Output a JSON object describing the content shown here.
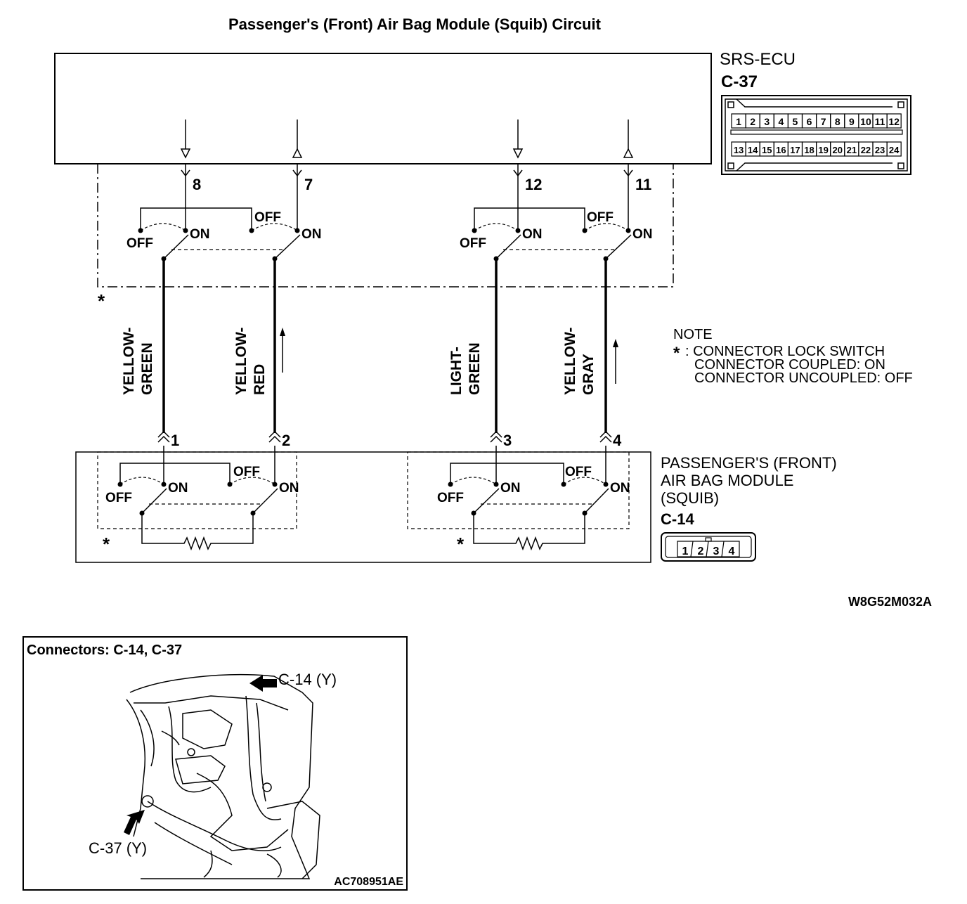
{
  "title": "Passenger's (Front) Air Bag Module (Squib) Circuit",
  "ecu": {
    "name": "SRS-ECU",
    "connector": "C-37",
    "pins_row1": [
      "1",
      "2",
      "3",
      "4",
      "5",
      "6",
      "7",
      "8",
      "9",
      "10",
      "11",
      "12"
    ],
    "pins_row2": [
      "13",
      "14",
      "15",
      "16",
      "17",
      "18",
      "19",
      "20",
      "21",
      "22",
      "23",
      "24"
    ]
  },
  "ecu_terminals": [
    "8",
    "7",
    "12",
    "11"
  ],
  "module_terminals": [
    "1",
    "2",
    "3",
    "4"
  ],
  "switch": {
    "off": "OFF",
    "on": "ON"
  },
  "wires": [
    {
      "line1": "YELLOW-",
      "line2": "GREEN"
    },
    {
      "line1": "YELLOW-",
      "line2": "RED"
    },
    {
      "line1": "LIGHT-",
      "line2": "GREEN"
    },
    {
      "line1": "YELLOW-",
      "line2": "GRAY"
    }
  ],
  "asterisk": "*",
  "note": {
    "heading": "NOTE",
    "marker": "*",
    "line1": ": CONNECTOR LOCK SWITCH",
    "line2": "CONNECTOR COUPLED: ON",
    "line3": "CONNECTOR UNCOUPLED: OFF"
  },
  "module": {
    "line1": "PASSENGER'S (FRONT)",
    "line2": "AIR BAG MODULE",
    "line3": "(SQUIB)",
    "connector": "C-14",
    "pins": [
      "1",
      "2",
      "3",
      "4"
    ]
  },
  "diagram_code": "W8G52M032A",
  "inset": {
    "title": "Connectors: C-14, C-37",
    "callout_c14": "C-14 (Y)",
    "callout_c37": "C-37 (Y)",
    "image_code": "AC708951AE"
  }
}
